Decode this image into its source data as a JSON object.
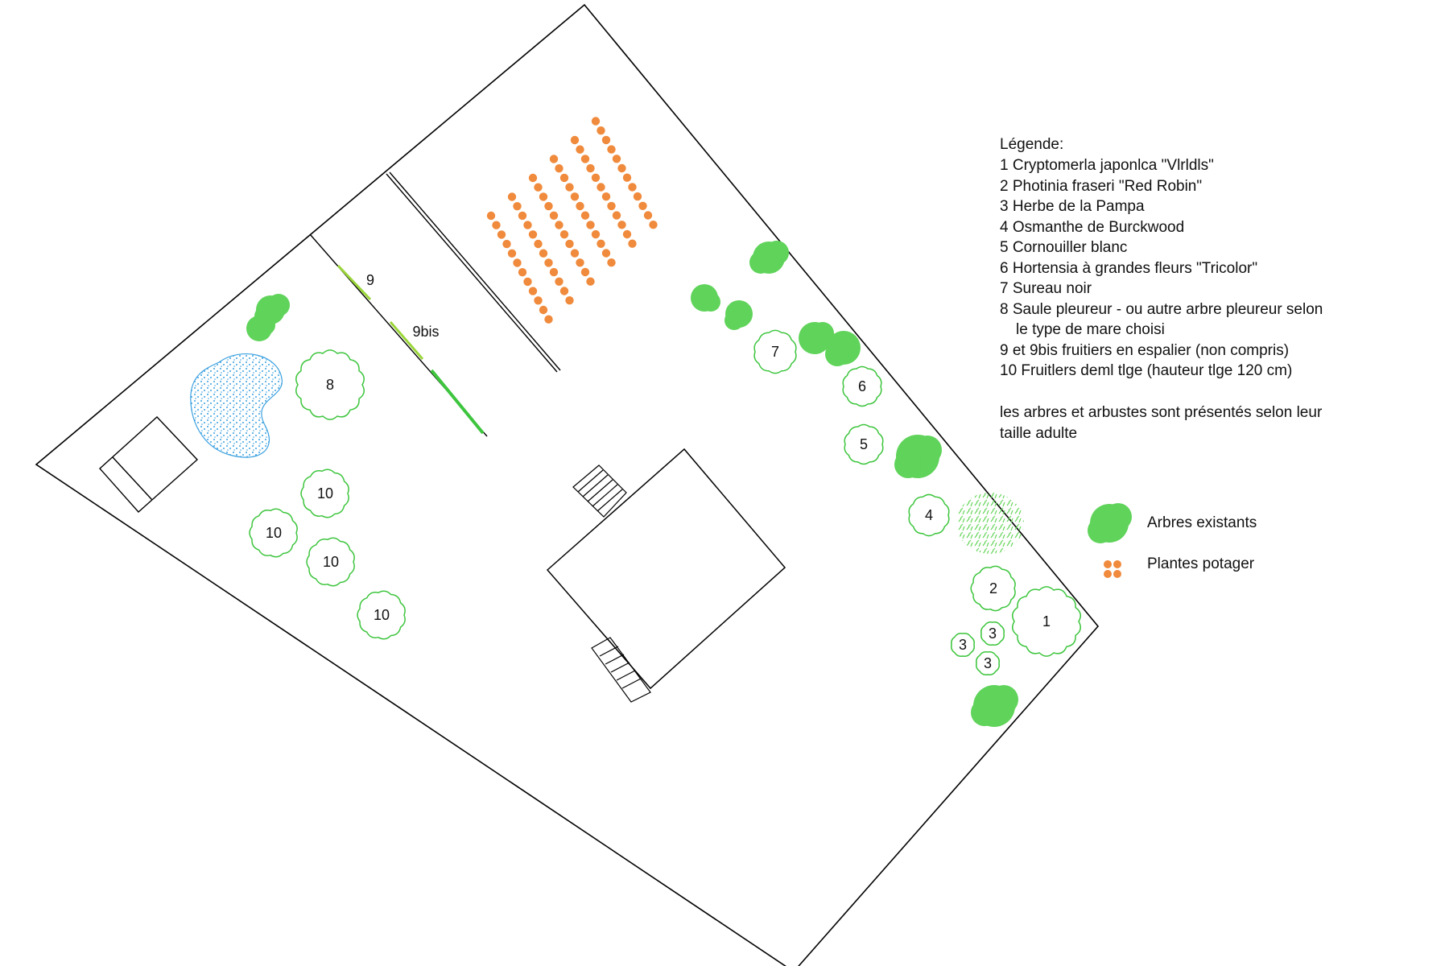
{
  "legend": {
    "title": "Légende:",
    "items": [
      "1 Cryptomerla japonlca \"Vlrldls\"",
      "2 Photinia fraseri \"Red Robin\"",
      "3 Herbe de la Pampa",
      "4 Osmanthe de Burckwood",
      "5 Cornouiller blanc",
      "6 Hortensia à grandes fleurs \"Tricolor\"",
      "7 Sureau noir",
      "8 Saule pleureur - ou autre arbre pleureur selon",
      "   le type de mare choisi",
      "9 et 9bis fruitiers en espalier (non compris)",
      "10 Fruitlers deml tlge (hauteur tlge 120 cm)"
    ],
    "note_line1": "les arbres et arbustes sont présentés selon leur",
    "note_line2": "taille adulte"
  },
  "key": {
    "existing_trees": "Arbres existants",
    "vegetable_plants": "Plantes potager"
  },
  "plan_labels": {
    "p1": "1",
    "p2": "2",
    "p3": "3",
    "p4": "4",
    "p5": "5",
    "p6": "6",
    "p7": "7",
    "p8": "8",
    "p9": "9",
    "p9bis": "9bis",
    "p10": "10"
  },
  "colors": {
    "plant_outline": "#3ec53e",
    "existing_tree": "#5fd35a",
    "vegetable": "#f08a3c",
    "pond": "#3aa0e0",
    "outline": "#000000"
  }
}
